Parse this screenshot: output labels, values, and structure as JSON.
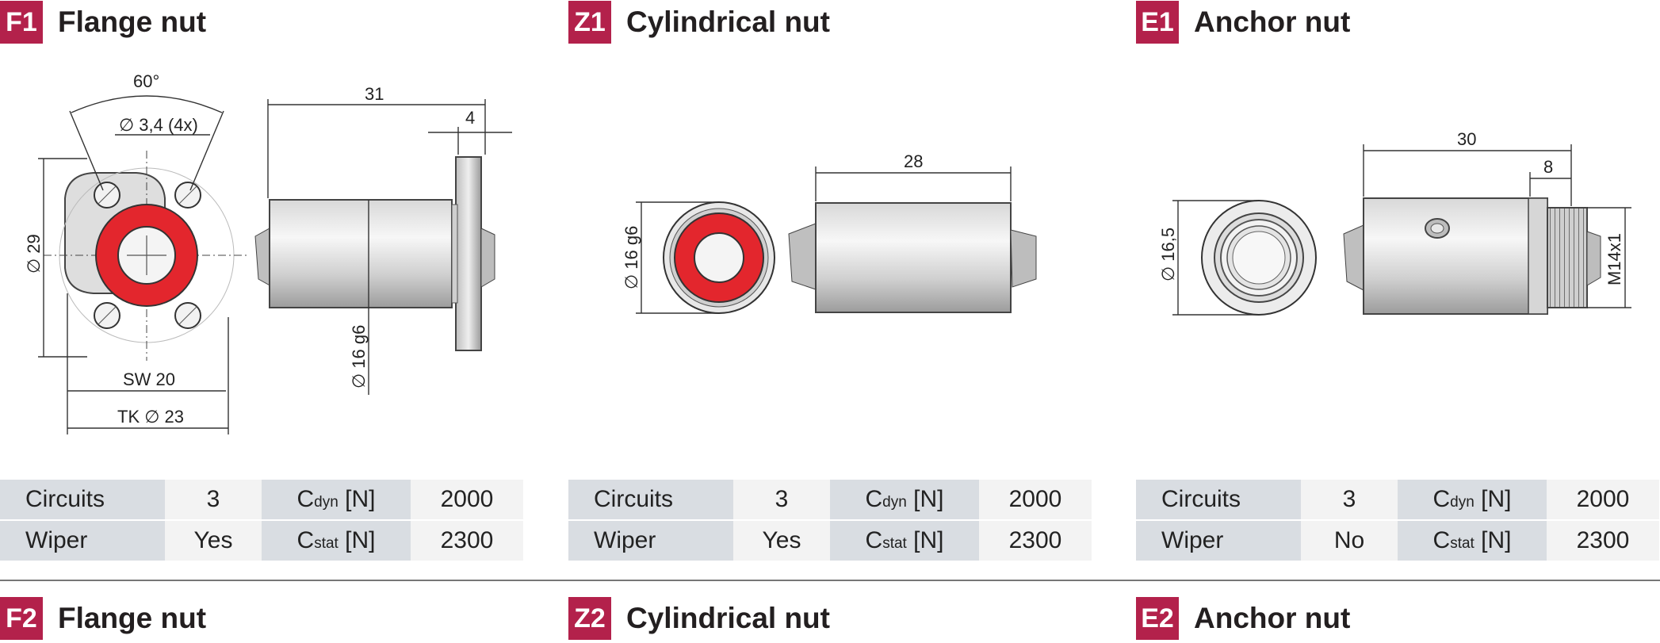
{
  "colors": {
    "accent": "#b3214b",
    "seal": "#e3262d",
    "label_cell": "#d9dde2",
    "value_cell": "#f3f3f3"
  },
  "panels": [
    {
      "code": "F1",
      "title": "Flange nut",
      "dims": {
        "angle": "60°",
        "holes": "∅ 3,4 (4x)",
        "height": "∅ 29",
        "sw": "SW 20",
        "tk": "TK ∅ 23",
        "length": "31",
        "flange": "4",
        "diameter": "∅ 16 g6"
      },
      "specs": {
        "circuits_label": "Circuits",
        "circuits": "3",
        "wiper_label": "Wiper",
        "wiper": "Yes",
        "cdyn_main": "C",
        "cdyn_sub": "dyn",
        "cdyn_unit": " [N]",
        "cdyn": "2000",
        "cstat_main": "C",
        "cstat_sub": "stat",
        "cstat_unit": " [N]",
        "cstat": "2300"
      }
    },
    {
      "code": "Z1",
      "title": "Cylindrical nut",
      "dims": {
        "diameter": "∅ 16 g6",
        "length": "28"
      },
      "specs": {
        "circuits_label": "Circuits",
        "circuits": "3",
        "wiper_label": "Wiper",
        "wiper": "Yes",
        "cdyn_main": "C",
        "cdyn_sub": "dyn",
        "cdyn_unit": " [N]",
        "cdyn": "2000",
        "cstat_main": "C",
        "cstat_sub": "stat",
        "cstat_unit": " [N]",
        "cstat": "2300"
      }
    },
    {
      "code": "E1",
      "title": "Anchor nut",
      "dims": {
        "diameter": "∅ 16,5",
        "length": "30",
        "thread_len": "8",
        "thread": "M14x1"
      },
      "specs": {
        "circuits_label": "Circuits",
        "circuits": "3",
        "wiper_label": "Wiper",
        "wiper": "No",
        "cdyn_main": "C",
        "cdyn_sub": "dyn",
        "cdyn_unit": " [N]",
        "cdyn": "2000",
        "cstat_main": "C",
        "cstat_sub": "stat",
        "cstat_unit": " [N]",
        "cstat": "2300"
      }
    }
  ],
  "next_row": [
    {
      "code": "F2",
      "title": "Flange nut"
    },
    {
      "code": "Z2",
      "title": "Cylindrical nut"
    },
    {
      "code": "E2",
      "title": "Anchor nut"
    }
  ]
}
